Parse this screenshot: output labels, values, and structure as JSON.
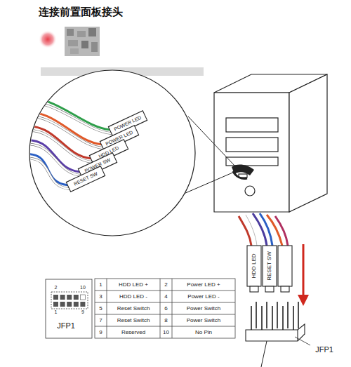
{
  "diagram": {
    "title": "连接前置面板接头",
    "labels": [
      "POWER LED",
      "POWER LED",
      "HDD LED",
      "POWER SW",
      "RESET SW",
      "HDD LED",
      "RESET SW",
      "2",
      "10",
      "1",
      "9",
      "JFP1",
      "1",
      "HDD LED +",
      "2",
      "Power LED +",
      "3",
      "HDD LED -",
      "4",
      "Power LED -",
      "5",
      "Reset Switch",
      "6",
      "Power Switch",
      "7",
      "Reset Switch",
      "8",
      "Power Switch",
      "9",
      "Reserved",
      "10",
      "No Pin",
      "JFP1"
    ]
  }
}
